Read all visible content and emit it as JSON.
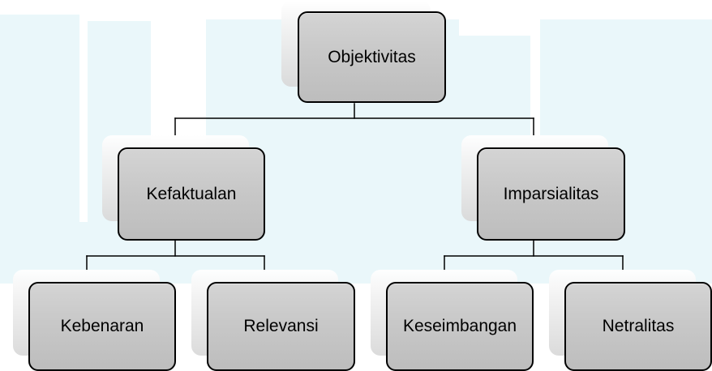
{
  "diagram": {
    "nodes": {
      "root": {
        "label": "Objektivitas"
      },
      "left": {
        "label": "Kefaktualan"
      },
      "right": {
        "label": "Imparsialitas"
      },
      "leaf1": {
        "label": "Kebenaran"
      },
      "leaf2": {
        "label": "Relevansi"
      },
      "leaf3": {
        "label": "Keseimbangan"
      },
      "leaf4": {
        "label": "Netralitas"
      }
    }
  }
}
